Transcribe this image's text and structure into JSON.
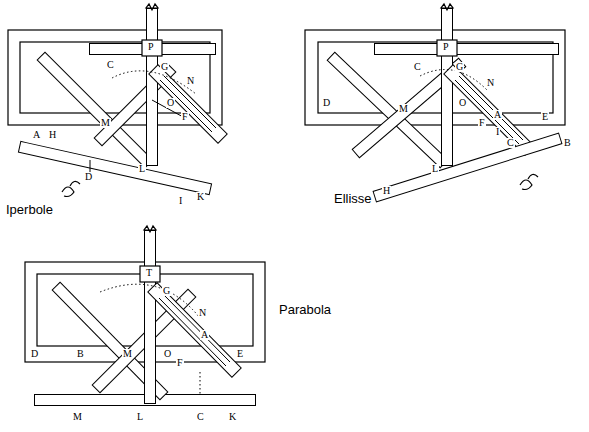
{
  "diagram": {
    "labels": [
      "P",
      "C",
      "G",
      "N",
      "M",
      "O",
      "F",
      "A",
      "H",
      "L",
      "D",
      "I",
      "K",
      "Iperbole",
      "P",
      "C",
      "G",
      "N",
      "D",
      "M",
      "O",
      "A",
      "E",
      "F",
      "I",
      "C",
      "B",
      "L",
      "H",
      "Ellisse",
      "T",
      "G",
      "N",
      "D",
      "B",
      "M",
      "O",
      "A",
      "E",
      "F",
      "L",
      "M",
      "C",
      "K",
      "Parabola"
    ]
  }
}
